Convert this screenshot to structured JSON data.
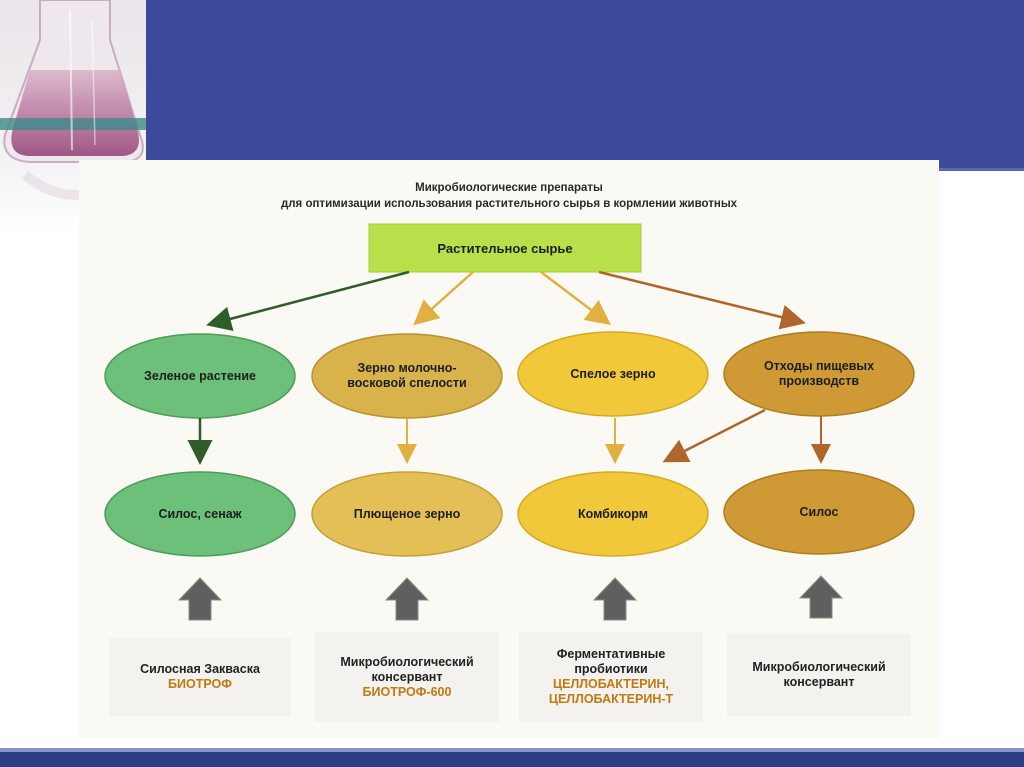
{
  "diagram": {
    "title_line1": "Микробиологические препараты",
    "title_line2": "для оптимизации использования растительного сырья в кормлении животных",
    "root": "Растительное сырье",
    "sources": [
      {
        "label": "Зеленое растение",
        "color": "#6cc07a"
      },
      {
        "label": "Зерно молочно-восковой спелости",
        "color": "#d8b24a"
      },
      {
        "label": "Спелое зерно",
        "color": "#f1c83a"
      },
      {
        "label": "Отходы пищевых производств",
        "color": "#cf9a35"
      }
    ],
    "products": [
      {
        "label": "Силос, сенаж",
        "color": "#6cc07a"
      },
      {
        "label": "Плющеное зерно",
        "color": "#e3bf55"
      },
      {
        "label": "Комбикорм",
        "color": "#f1c83a"
      },
      {
        "label": "Силос",
        "color": "#cf9a35"
      }
    ],
    "preparations": [
      {
        "text": "Силосная Закваска",
        "brand": "БИОТРОФ"
      },
      {
        "text": "Микробиологический консервант",
        "brand": "БИОТРОФ-600"
      },
      {
        "text": "Ферментативные пробиотики",
        "brand": "ЦЕЛЛОБАКТЕРИН, ЦЕЛЛОБАКТЕРИН-Т"
      },
      {
        "text": "Микробиологический консервант",
        "brand": ""
      }
    ]
  },
  "colors": {
    "header": "#3b4a9a",
    "root_box": "#b9e04a",
    "arrow_green": "#2f5d2a",
    "arrow_yellow": "#e0b040",
    "arrow_brown": "#b0652a",
    "up_arrow": "#5f5f5f",
    "brand": "#c07a12"
  }
}
